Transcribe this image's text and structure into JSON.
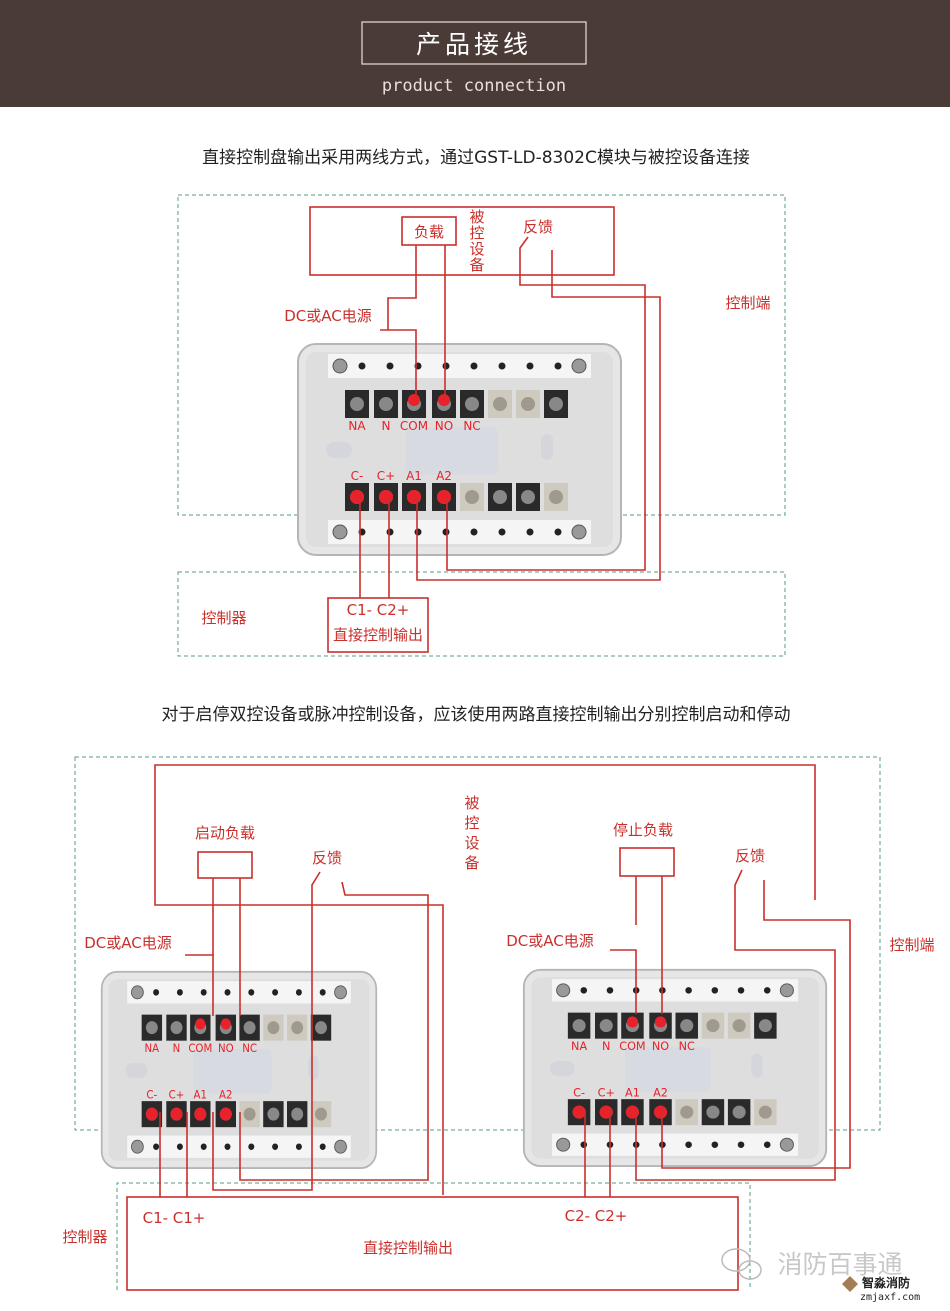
{
  "header": {
    "title": "产品接线",
    "subtitle": "product connection",
    "bg": "#4a3b36"
  },
  "section1": {
    "caption": "直接控制盘输出采用两线方式，通过GST-LD-8302C模块与被控设备连接",
    "load": "负载",
    "device": [
      "被",
      "控",
      "设",
      "备"
    ],
    "feedback": "反馈",
    "control_end": "控制端",
    "power": "DC或AC电源",
    "controller": "控制器",
    "output_terminals": "C1- C2+",
    "output_label": "直接控制输出"
  },
  "section2": {
    "caption": "对于启停双控设备或脉冲控制设备，应该使用两路直接控制输出分别控制启动和停动",
    "device": [
      "被",
      "控",
      "设",
      "备"
    ],
    "start_load": "启动负载",
    "stop_load": "停止负载",
    "feedback_left": "反馈",
    "feedback_right": "反馈",
    "power_left": "DC或AC电源",
    "power_right": "DC或AC电源",
    "control_end": "控制端",
    "controller": "控制器",
    "c1": "C1- C1+",
    "c2": "C2- C2+",
    "output_label": "直接控制输出"
  },
  "module": {
    "top_labels": [
      "NA",
      "N",
      "COM",
      "NO",
      "NC"
    ],
    "bottom_labels": [
      "C-",
      "C+",
      "A1",
      "A2"
    ]
  },
  "watermark": {
    "text": "消防百事通",
    "brand": "智淼消防",
    "url": "zmjaxf.com"
  },
  "colors": {
    "wire": "#c9302c",
    "dashed": "#5a9e86",
    "terminal_dot": "#e8212a"
  }
}
